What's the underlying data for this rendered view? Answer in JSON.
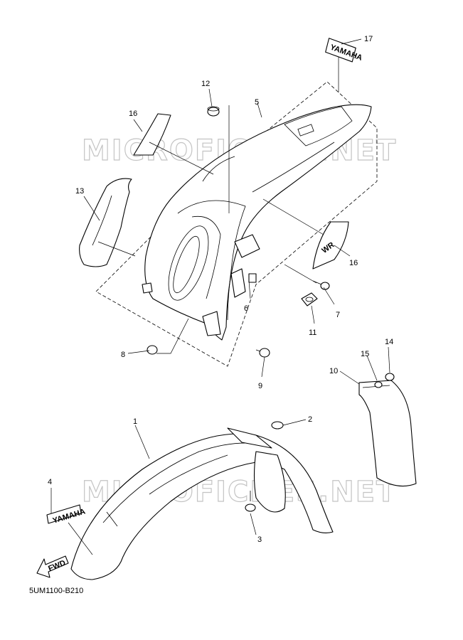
{
  "diagram_code": "5UM1100-B210",
  "watermark": "MICROFICHES.NET",
  "callouts": [
    "1",
    "2",
    "3",
    "4",
    "5",
    "6",
    "7",
    "8",
    "9",
    "10",
    "11",
    "12",
    "13",
    "14",
    "15",
    "16",
    "16",
    "17"
  ],
  "decal_text": "YAMAHA",
  "shroud_decal_text": "WR",
  "arrow_label": "FWD"
}
